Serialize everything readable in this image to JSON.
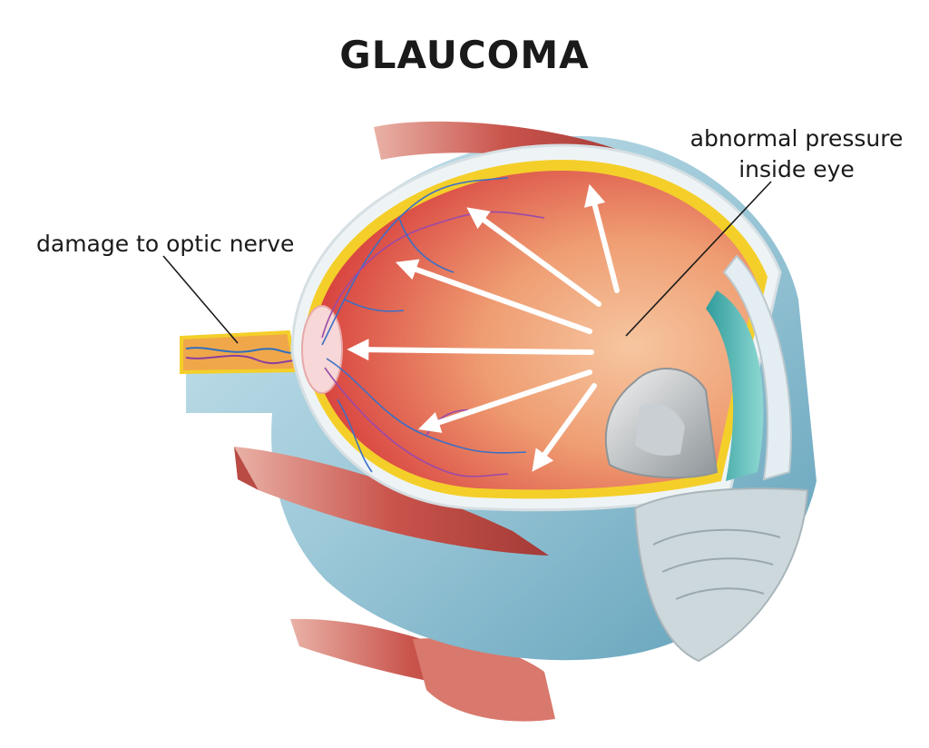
{
  "title": "GLAUCOMA",
  "callouts": {
    "optic_nerve": "damage to optic nerve",
    "pressure_line1": "abnormal pressure",
    "pressure_line2": "inside eye"
  },
  "colors": {
    "retina_red": "#d8343a",
    "vitreous_orange": "#ef8c62",
    "sclera_blue": "#7fb6cc",
    "muscle_red": "#c9544c",
    "iris_teal": "#4cb7b4",
    "choroid_yellow": "#f4cf2a",
    "arrow_white": "#ffffff"
  }
}
